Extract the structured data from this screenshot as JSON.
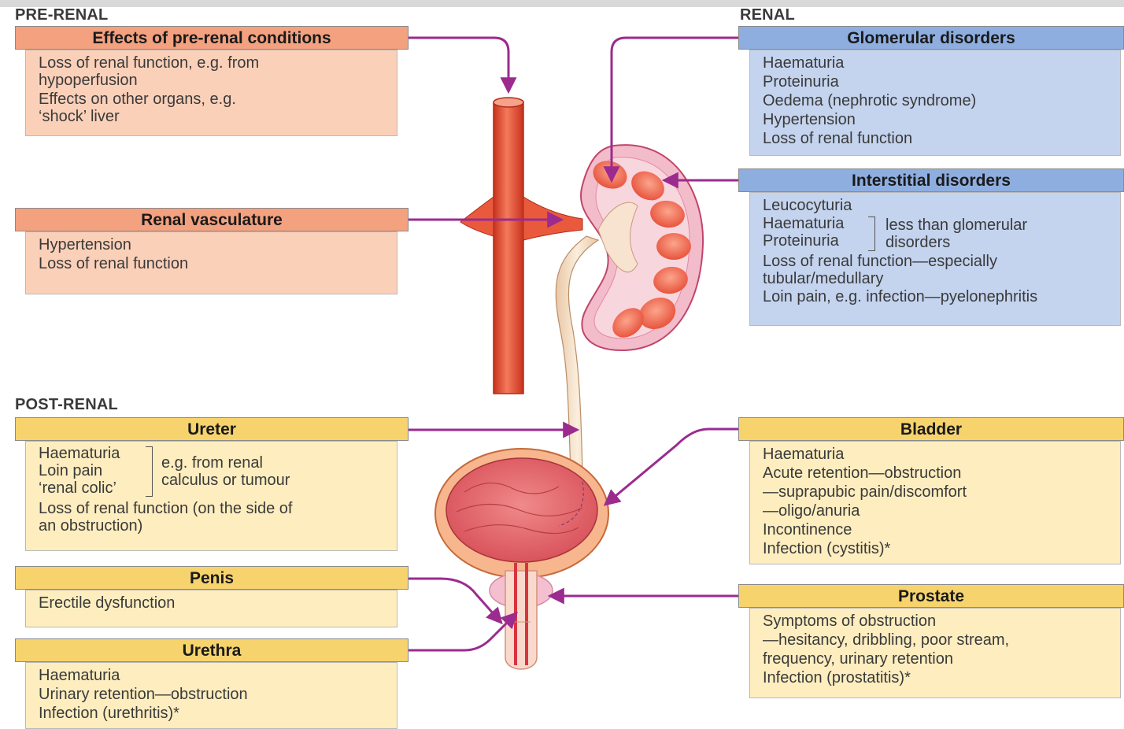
{
  "sections": {
    "pre_renal": "PRE-RENAL",
    "renal": "RENAL",
    "post_renal": "POST-RENAL"
  },
  "panels": {
    "effects_prerenal": {
      "title": "Effects of pre-renal conditions",
      "lines": [
        "Loss of renal function, e.g. from",
        "hypoperfusion",
        "Effects on other organs, e.g.",
        "‘shock’ liver"
      ]
    },
    "renal_vasculature": {
      "title": "Renal vasculature",
      "lines": [
        "Hypertension",
        "Loss of renal function"
      ]
    },
    "glomerular": {
      "title": "Glomerular disorders",
      "lines": [
        "Haematuria",
        "Proteinuria",
        "Oedema (nephrotic syndrome)",
        "Hypertension",
        "Loss of renal function"
      ]
    },
    "interstitial": {
      "title": "Interstitial disorders",
      "line_first": "Leucocyturia",
      "bracket_items": [
        "Haematuria",
        "Proteinuria"
      ],
      "bracket_note": [
        "less than glomerular",
        "disorders"
      ],
      "lines_after": [
        "Loss of renal function—especially",
        "tubular/medullary",
        "Loin pain, e.g. infection—pyelonephritis"
      ]
    },
    "ureter": {
      "title": "Ureter",
      "bracket_items": [
        "Haematuria",
        "Loin pain",
        "‘renal colic’"
      ],
      "bracket_note": [
        "e.g. from renal",
        "calculus or tumour"
      ],
      "lines_after": [
        "Loss of renal function (on the side of",
        "an obstruction)"
      ]
    },
    "penis": {
      "title": "Penis",
      "lines": [
        "Erectile dysfunction"
      ]
    },
    "urethra": {
      "title": "Urethra",
      "lines": [
        "Haematuria",
        "Urinary retention—obstruction",
        "Infection (urethritis)*"
      ]
    },
    "bladder": {
      "title": "Bladder",
      "lines": [
        "Haematuria",
        "Acute retention—obstruction",
        "—suprapubic pain/discomfort",
        "—oligo/anuria",
        "Incontinence",
        "Infection (cystitis)*"
      ]
    },
    "prostate": {
      "title": "Prostate",
      "lines": [
        "Symptoms of obstruction",
        "—hesitancy, dribbling, poor stream,",
        "frequency, urinary retention",
        "Infection (prostatitis)*"
      ]
    }
  },
  "colors": {
    "pre_renal_header": "#f3a17f",
    "pre_renal_body": "#fbd0b9",
    "renal_header": "#8eaee0",
    "renal_body": "#c4d3ee",
    "post_renal_header": "#f7d36e",
    "post_renal_body": "#fdedbf",
    "connector": "#9b2b8f",
    "artery": "#e8553a",
    "kidney": "#f4c3cd",
    "bladder_wall": "#f7b68d",
    "bladder_inner": "#e86f73"
  }
}
